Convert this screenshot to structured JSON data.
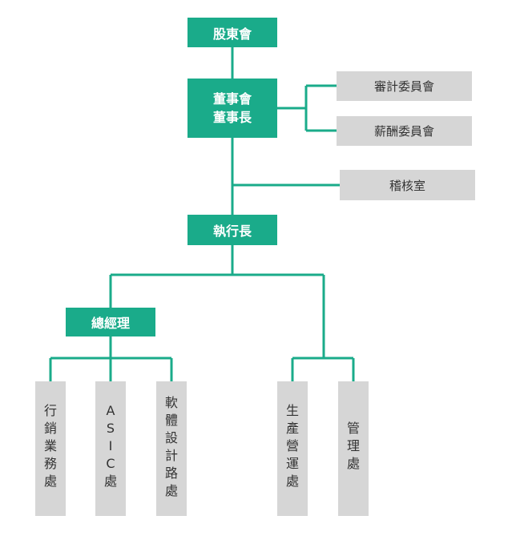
{
  "diagram": {
    "line_color": "#1aab8a",
    "shareholders": "股東會",
    "board_line1": "董事會",
    "board_line2": "董事長",
    "audit_committee": "審計委員會",
    "compensation_committee": "薪酬委員會",
    "audit_office": "稽核室",
    "ceo": "執行長",
    "general_manager": "總經理",
    "departments": {
      "marketing_sales": "行銷業務處",
      "asic": "ASIC處",
      "software_design": "軟體設計路處",
      "production_operations": "生產營運處",
      "management": "管理處"
    }
  }
}
